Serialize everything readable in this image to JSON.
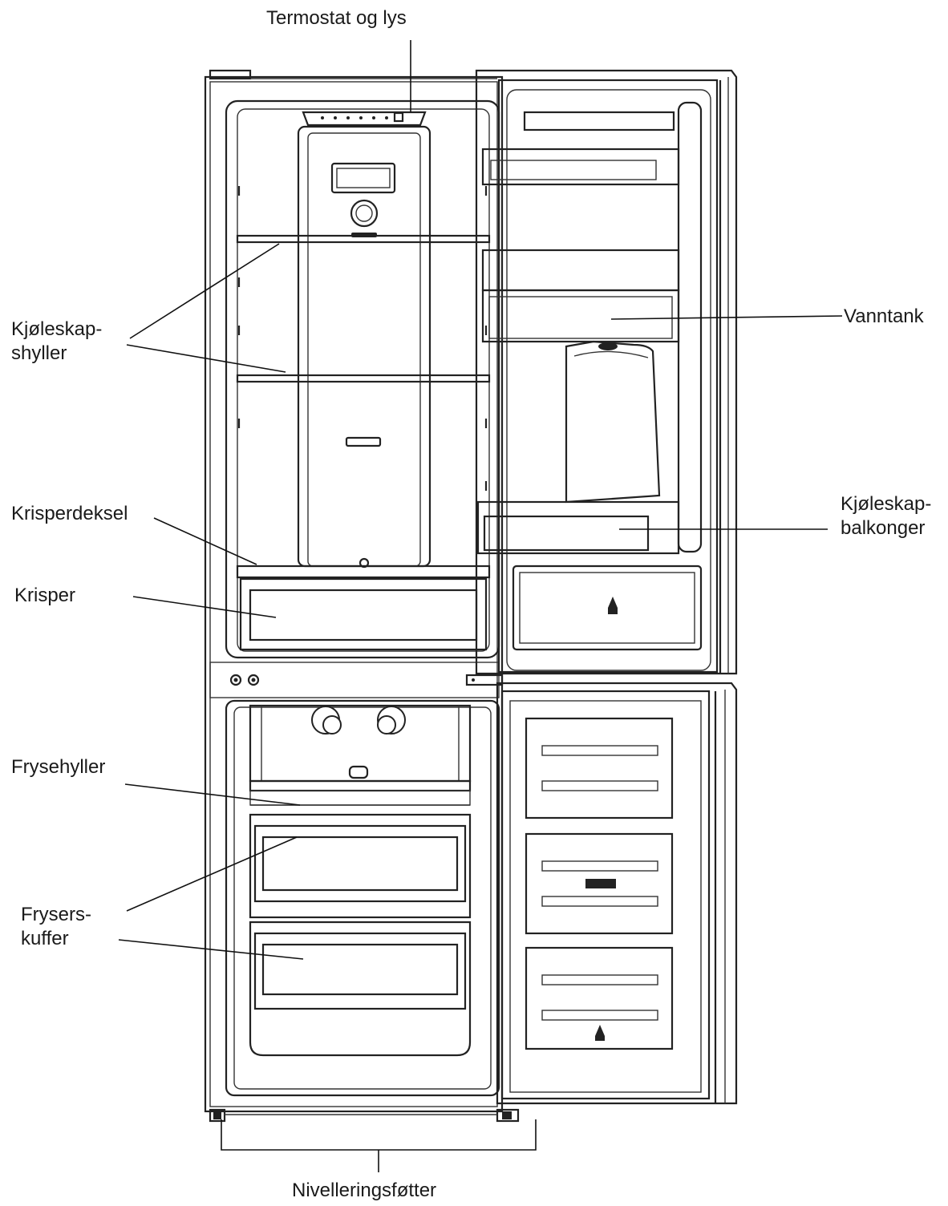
{
  "labels": {
    "thermostat": "Termostat og lys",
    "fridge_shelves_1": "Kjøleskap-",
    "fridge_shelves_2": "shyller",
    "crisper_cover": "Krisperdeksel",
    "crisper": "Krisper",
    "freezer_shelves": "Frysehyller",
    "freezer_drawers_1": "Frysers-",
    "freezer_drawers_2": "kuffer",
    "water_tank": "Vanntank",
    "door_balconies_1": "Kjøleskap-",
    "door_balconies_2": "balkonger",
    "leveling_feet": "Nivelleringsføtter"
  }
}
